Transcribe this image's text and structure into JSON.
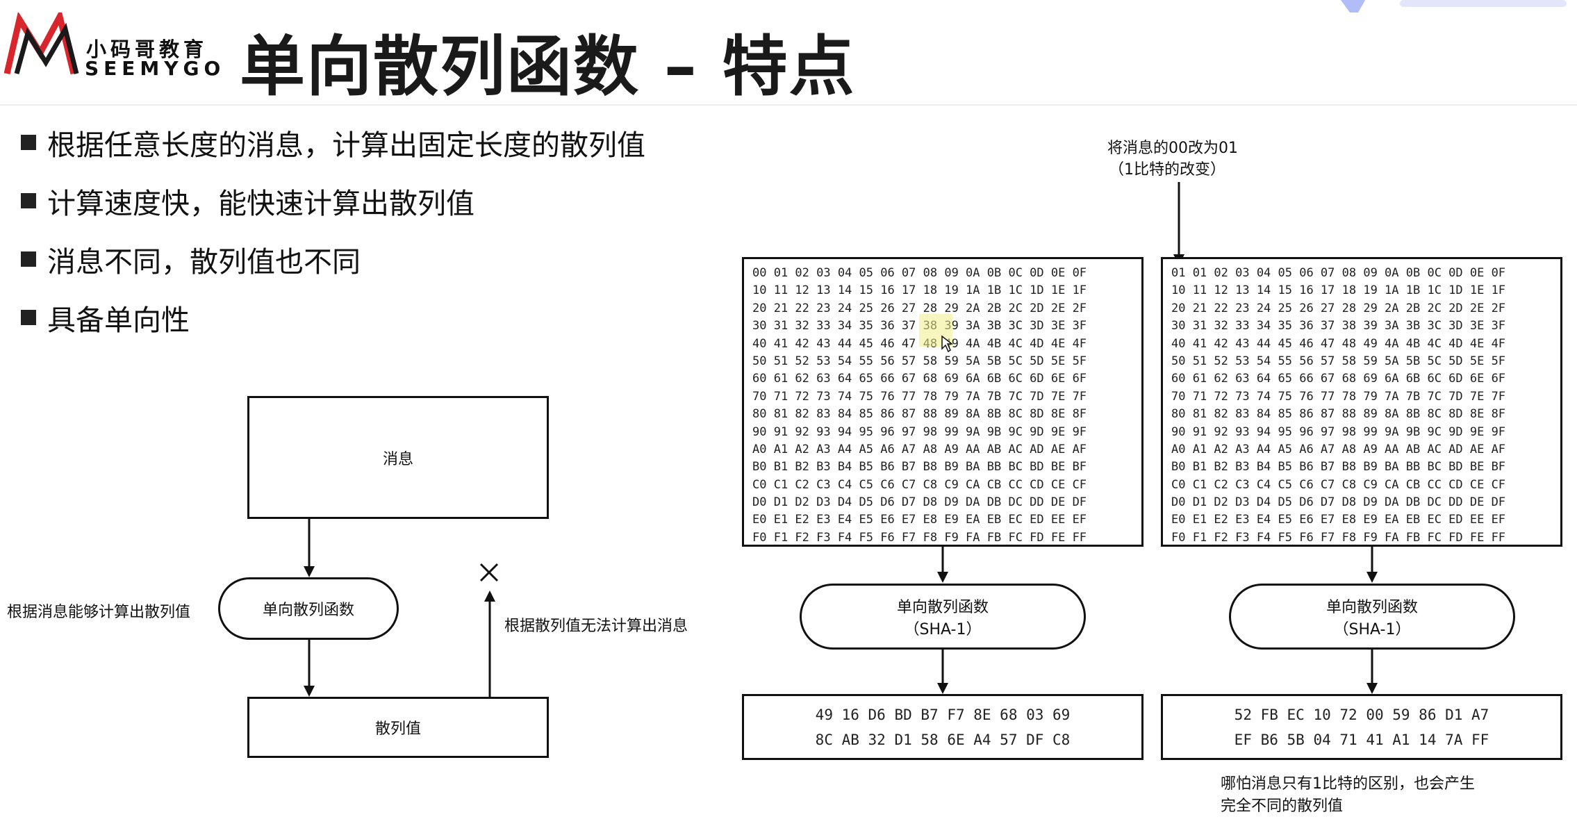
{
  "brand": {
    "name_cn": "小码哥教育",
    "name_en": "SEEMYGO"
  },
  "title": "单向散列函数 – 特点",
  "bullets": [
    "根据任意长度的消息，计算出固定长度的散列值",
    "计算速度快，能快速计算出散列值",
    "消息不同，散列值也不同",
    "具备单向性"
  ],
  "left_diagram": {
    "message_label": "消息",
    "function_label": "单向散列函数",
    "hash_label": "散列值",
    "forward_note": "根据消息能够计算出散列值",
    "backward_note": "根据散列值无法计算出消息"
  },
  "right_diagram": {
    "change_note_line1": "将消息的00改为01",
    "change_note_line2": "（1比特的改变）",
    "grid_a_rows": [
      "00 01 02 03 04 05 06 07 08 09 0A 0B 0C 0D 0E 0F",
      "10 11 12 13 14 15 16 17 18 19 1A 1B 1C 1D 1E 1F",
      "20 21 22 23 24 25 26 27 28 29 2A 2B 2C 2D 2E 2F",
      "30 31 32 33 34 35 36 37 38 39 3A 3B 3C 3D 3E 3F",
      "40 41 42 43 44 45 46 47 48 49 4A 4B 4C 4D 4E 4F",
      "50 51 52 53 54 55 56 57 58 59 5A 5B 5C 5D 5E 5F",
      "60 61 62 63 64 65 66 67 68 69 6A 6B 6C 6D 6E 6F",
      "70 71 72 73 74 75 76 77 78 79 7A 7B 7C 7D 7E 7F",
      "80 81 82 83 84 85 86 87 88 89 8A 8B 8C 8D 8E 8F",
      "90 91 92 93 94 95 96 97 98 99 9A 9B 9C 9D 9E 9F",
      "A0 A1 A2 A3 A4 A5 A6 A7 A8 A9 AA AB AC AD AE AF",
      "B0 B1 B2 B3 B4 B5 B6 B7 B8 B9 BA BB BC BD BE BF",
      "C0 C1 C2 C3 C4 C5 C6 C7 C8 C9 CA CB CC CD CE CF",
      "D0 D1 D2 D3 D4 D5 D6 D7 D8 D9 DA DB DC DD DE DF",
      "E0 E1 E2 E3 E4 E5 E6 E7 E8 E9 EA EB EC ED EE EF",
      "F0 F1 F2 F3 F4 F5 F6 F7 F8 F9 FA FB FC FD FE FF"
    ],
    "grid_b_rows": [
      "01 01 02 03 04 05 06 07 08 09 0A 0B 0C 0D 0E 0F",
      "10 11 12 13 14 15 16 17 18 19 1A 1B 1C 1D 1E 1F",
      "20 21 22 23 24 25 26 27 28 29 2A 2B 2C 2D 2E 2F",
      "30 31 32 33 34 35 36 37 38 39 3A 3B 3C 3D 3E 3F",
      "40 41 42 43 44 45 46 47 48 49 4A 4B 4C 4D 4E 4F",
      "50 51 52 53 54 55 56 57 58 59 5A 5B 5C 5D 5E 5F",
      "60 61 62 63 64 65 66 67 68 69 6A 6B 6C 6D 6E 6F",
      "70 71 72 73 74 75 76 77 78 79 7A 7B 7C 7D 7E 7F",
      "80 81 82 83 84 85 86 87 88 89 8A 8B 8C 8D 8E 8F",
      "90 91 92 93 94 95 96 97 98 99 9A 9B 9C 9D 9E 9F",
      "A0 A1 A2 A3 A4 A5 A6 A7 A8 A9 AA AB AC AD AE AF",
      "B0 B1 B2 B3 B4 B5 B6 B7 B8 B9 BA BB BC BD BE BF",
      "C0 C1 C2 C3 C4 C5 C6 C7 C8 C9 CA CB CC CD CE CF",
      "D0 D1 D2 D3 D4 D5 D6 D7 D8 D9 DA DB DC DD DE DF",
      "E0 E1 E2 E3 E4 E5 E6 E7 E8 E9 EA EB EC ED EE EF",
      "F0 F1 F2 F3 F4 F5 F6 F7 F8 F9 FA FB FC FD FE FF"
    ],
    "function_label": "单向散列函数",
    "function_sub": "（SHA-1）",
    "hash_a_line1": "49 16 D6 BD B7 F7 8E 68 03 69",
    "hash_a_line2": "8C AB 32 D1 58 6E A4 57 DF C8",
    "hash_b_line1": "52 FB EC 10 72 00 59 86 D1 A7",
    "hash_b_line2": "EF B6 5B 04 71 41 A1 14 7A FF",
    "footnote_line1": "哪怕消息只有1比特的区别，也会产生",
    "footnote_line2": "完全不同的散列值"
  },
  "colors": {
    "highlight": "#f3ee8a",
    "logo_red": "#d8262c",
    "logo_dark": "#1a1a1a",
    "corner_widget": "#6f86f2"
  }
}
